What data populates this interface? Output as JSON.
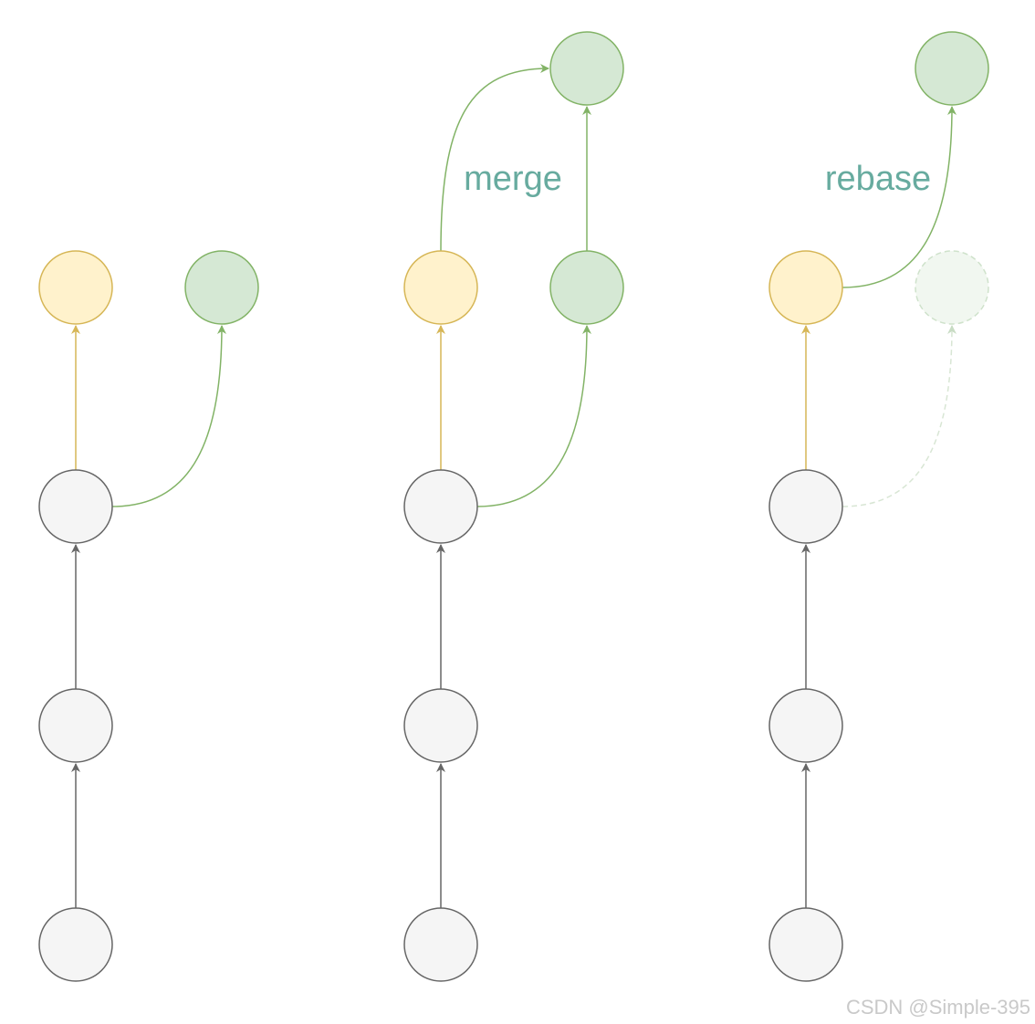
{
  "colors": {
    "gray_fill": "#f5f5f5",
    "gray_stroke": "#666666",
    "yellow_fill": "#fff2cc",
    "yellow_stroke": "#d6b656",
    "green_fill": "#d5e8d4",
    "green_stroke": "#82b366",
    "label": "#67AB9F",
    "watermark": "#c9c9c9"
  },
  "labels": {
    "merge": "merge",
    "rebase": "rebase"
  },
  "watermark": "CSDN @Simple-395",
  "panels": [
    {
      "id": "before",
      "caption": ""
    },
    {
      "id": "merge",
      "caption": "merge"
    },
    {
      "id": "rebase",
      "caption": "rebase"
    }
  ]
}
